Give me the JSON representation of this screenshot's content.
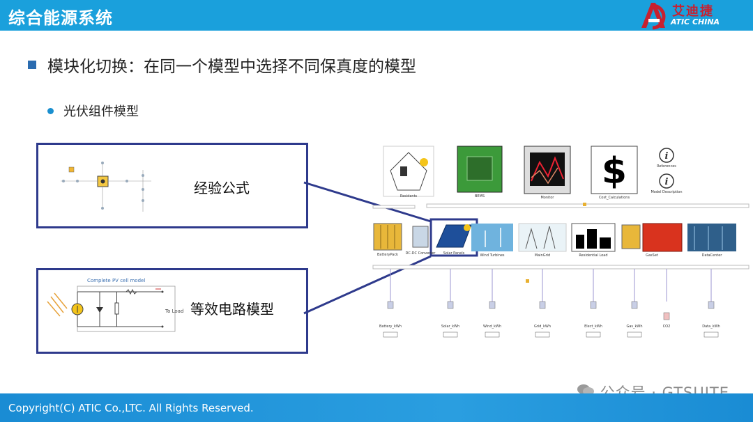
{
  "header": {
    "title": "综合能源系统",
    "logo_cn": "艾迪捷",
    "logo_en": "ATIC CHINA"
  },
  "bullets": {
    "main": "模块化切换：在同一个模型中选择不同保真度的模型",
    "sub": "光伏组件模型"
  },
  "models": {
    "empirical_label": "经验公式",
    "circuit_label": "等效电路模型",
    "circuit_title": "Complete PV cell model",
    "circuit_to_load": "To Load"
  },
  "system_diagram": {
    "top_labels": [
      "Residents",
      "BEMS",
      "Monitor",
      "Cost_Calculations"
    ],
    "side_labels": [
      "References",
      "Model Description"
    ],
    "mid_labels": [
      "BatteryPack",
      "DC-DC Converter",
      "Solar Panels",
      "Wind Turbines",
      "MainGrid",
      "Residential Load",
      "GasSet",
      "DataCenter"
    ],
    "bottom_labels": [
      "Battery_kWh",
      "Solar_kWh",
      "Wind_kWh",
      "Grid_kWh",
      "Elect_kWh",
      "Gas_kWh",
      "CO2",
      "Data_kWh"
    ]
  },
  "footer": {
    "copyright": "Copyright(C) ATIC Co.,LTC. All Rights Reserved."
  },
  "watermark": "公众号 · GTSUITE",
  "colors": {
    "header": "#1aa0dc",
    "box_border": "#2e3a8c",
    "logo_red": "#c8202f"
  }
}
